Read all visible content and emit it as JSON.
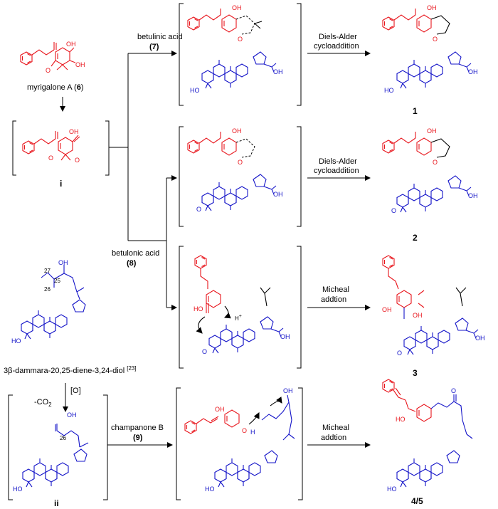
{
  "compounds": {
    "myrigalone": {
      "name": "myrigalone A (",
      "num": "6",
      "close": ")"
    },
    "intermediate_i": "i",
    "dammara": {
      "name": "3β-dammara-20,25-diene-3,24-diol ",
      "ref": "[23]"
    },
    "intermediate_ii": "ii",
    "p1": "1",
    "p2": "2",
    "p3": "3",
    "p45": "4/5"
  },
  "reagents": {
    "betulinic": {
      "name": "betulinic acid",
      "num": "(7)"
    },
    "betulonic": {
      "name": "betulonic acid",
      "num": "(8)"
    },
    "champanone": {
      "name": "champanone B",
      "num": "(9)"
    },
    "decarb": "-CO",
    "decarb_sub": "2",
    "oxid": "[O]"
  },
  "reactions": {
    "da1_line1": "Diels-Alder",
    "da1_line2": "cycloaddition",
    "da2_line1": "Diels-Alder",
    "da2_line2": "cycloaddition",
    "ma1_line1": "Micheal",
    "ma1_line2": "addtion",
    "ma2_line1": "Micheal",
    "ma2_line2": "addtion"
  },
  "atoms": {
    "OH": "OH",
    "HO": "HO",
    "O": "O",
    "H": "H",
    "Hplus": "H",
    "plus": "+",
    "n27": "27",
    "n25": "25",
    "n26": "26"
  },
  "colors": {
    "red": "#e8141b",
    "blue": "#1414c8",
    "black": "#000000"
  }
}
